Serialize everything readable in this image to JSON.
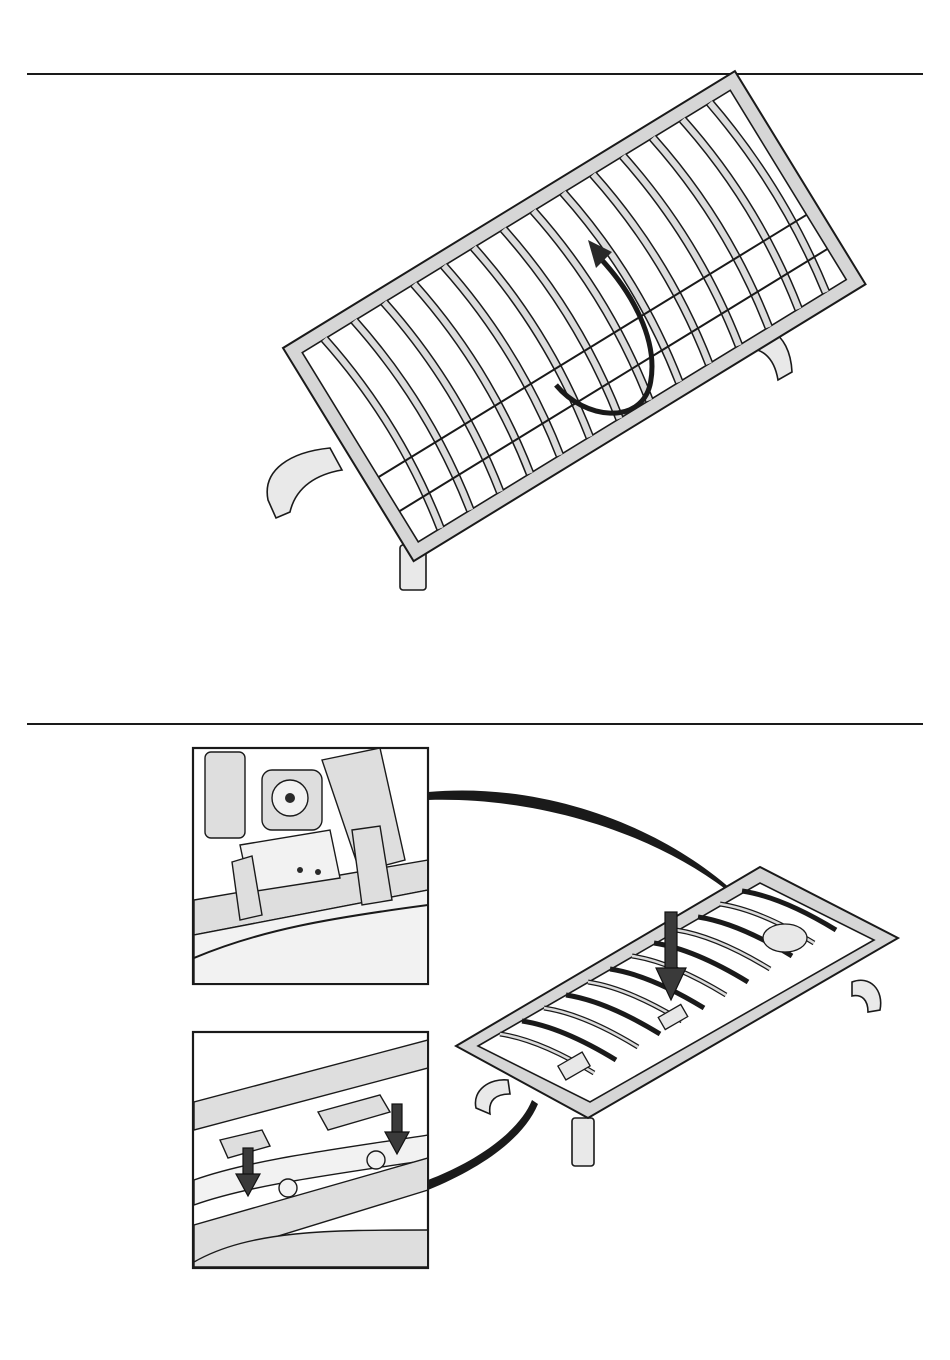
{
  "page": {
    "background": "#ffffff",
    "line_color": "#1a1a1a"
  },
  "step_1": {
    "illustration": "tilted-bed-frame",
    "action_icon": "rotate-arrow-icon"
  },
  "step_2": {
    "illustration": "bed-frame-assembly",
    "detail_insets": [
      "mechanism-detail",
      "bracket-detail"
    ],
    "action_icon": "down-arrow-icon"
  }
}
